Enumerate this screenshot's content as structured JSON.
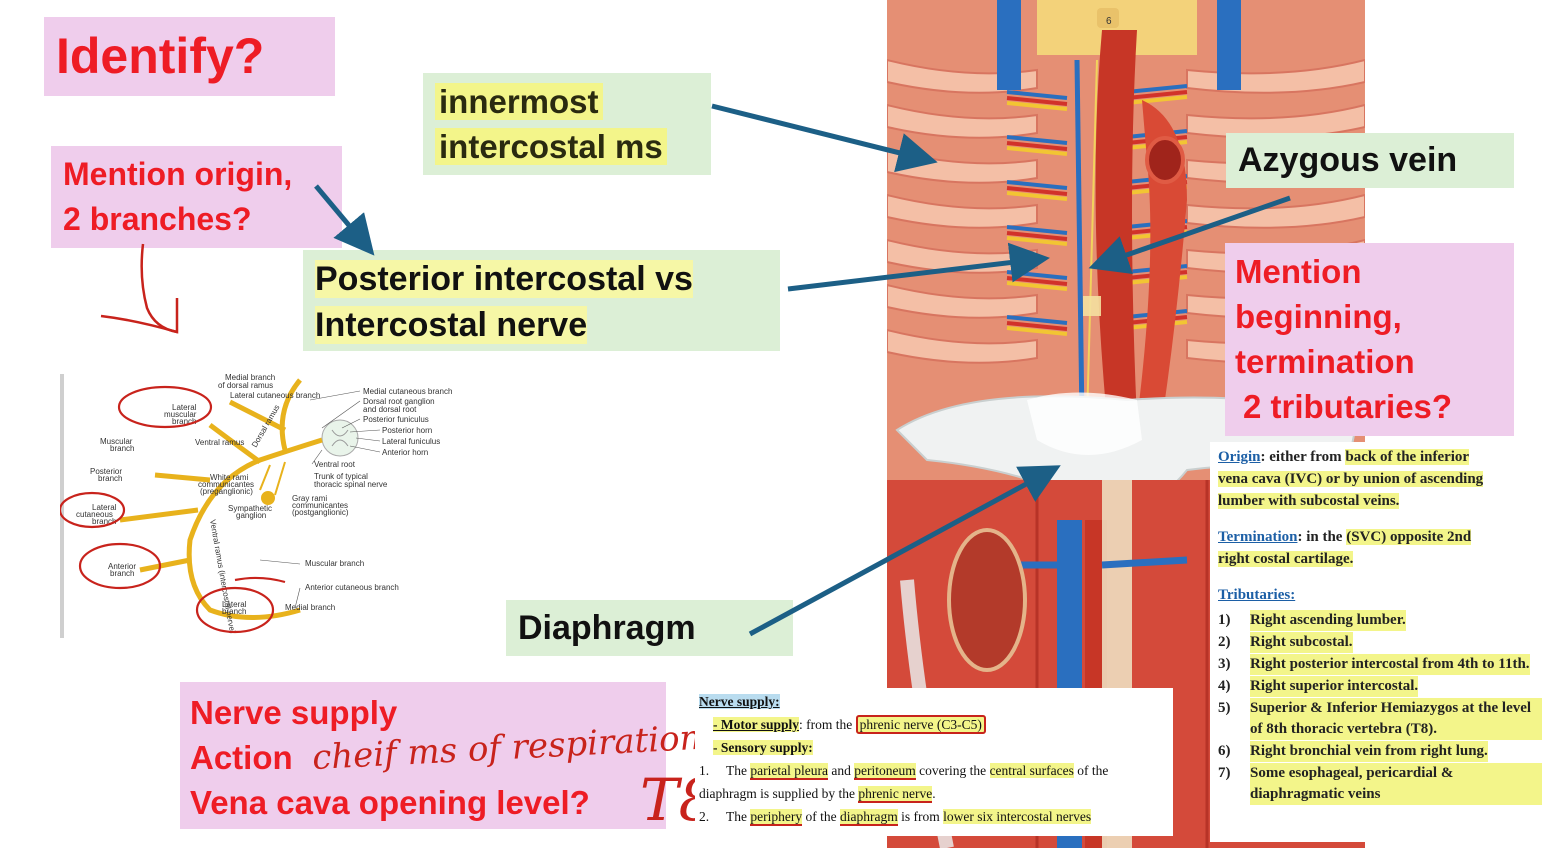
{
  "identify": {
    "text": "Identify?"
  },
  "origin_question": {
    "line1": "Mention origin,",
    "line2": "2 branches?"
  },
  "innermost_label": {
    "line1": "innermost",
    "line2": "intercostal ms"
  },
  "posterior_label": {
    "line1": "Posterior intercostal vs",
    "line2": "Intercostal nerve"
  },
  "azygous_label": {
    "text": "Azygous vein"
  },
  "azygous_question": {
    "line1": "Mention",
    "line2": "beginning,",
    "line3": "termination",
    "line4": "2 tributaries?"
  },
  "diaphragm_label": {
    "text": "Diaphragm"
  },
  "diaphragm_question": {
    "line1": "Nerve supply",
    "line2": "Action",
    "line2_handwritten": "cheif ms of respiration",
    "line3": "Vena cava opening level?",
    "line3_handwritten": "T8"
  },
  "nerve_diagram": {
    "labels": {
      "medial_branch_dorsal": "Medial branch",
      "of_dorsal_ramus": "of dorsal ramus",
      "lateral_cutaneous_branch_top": "Lateral cutaneous branch",
      "lateral_muscular": "Lateral",
      "lateral_muscular2": "muscular",
      "lateral_muscular3": "branch",
      "dorsal_ramus": "Dorsal ramus",
      "ventral_ramus": "Ventral ramus",
      "muscular_branch": "Muscular",
      "muscular_branch2": "branch",
      "posterior_branch": "Posterior",
      "posterior_branch2": "branch",
      "lateral_cutaneous": "Lateral",
      "lateral_cutaneous2": "cutaneous",
      "lateral_cutaneous3": "branch",
      "anterior_branch": "Anterior",
      "anterior_branch2": "branch",
      "lateral_branch": "Lateral",
      "lateral_branch2": "branch",
      "medial_cutaneous_branch": "Medial cutaneous branch",
      "dorsal_root_ganglion": "Dorsal root ganglion",
      "and_dorsal_root": "and dorsal root",
      "posterior_funiculus": "Posterior funiculus",
      "posterior_horn": "Posterior horn",
      "lateral_funiculus": "Lateral funiculus",
      "anterior_horn": "Anterior horn",
      "ventral_root": "Ventral root",
      "trunk_of_typical": "Trunk of typical",
      "thoracic_spinal_nerve": "thoracic spinal nerve",
      "white_rami": "White rami",
      "communicantes": "communicantes",
      "preganglionic": "(preganglionic)",
      "gray_rami": "Gray rami",
      "communicantes2": "communicantes",
      "postganglionic": "(postganglionic)",
      "sympathetic": "Sympathetic",
      "ganglion": "ganglion",
      "ventral_ramus_intercostal": "Ventral ramus (intercostal nerve)",
      "muscular_branch_low": "Muscular branch",
      "anterior_cutaneous_branch": "Anterior cutaneous branch",
      "medial_branch": "Medial branch"
    },
    "colors": {
      "nerve": "#e8b21c",
      "annotation": "#c8231c"
    }
  },
  "photo": {
    "vertebra_number": "6"
  },
  "nerve_card": {
    "heading": "Nerve supply:",
    "motor_label": "- Motor supply",
    "motor_text": ": from the",
    "motor_nerve": "phrenic nerve (C3-C5)",
    "sensory_label": "- Sensory supply:",
    "item1_num": "1.",
    "item1_a": "The",
    "item1_b": "parietal pleura",
    "item1_c": "and",
    "item1_d": "peritoneum",
    "item1_e": "covering the",
    "item1_f": "central surfaces",
    "item1_g": "of the",
    "item1_h": "diaphragm is supplied by the",
    "item1_i": "phrenic nerve",
    "item1_j": ".",
    "item2_num": "2.",
    "item2_a": "The",
    "item2_b": "periphery",
    "item2_c": "of the",
    "item2_d": "diaphragm",
    "item2_e": "is from",
    "item2_f": "lower six intercostal nerves"
  },
  "azygos_card": {
    "origin_label": "Origin",
    "origin_a": ": either from",
    "origin_b": "back of the inferior",
    "origin_c": "vena cava (IVC) or by union of ascending",
    "origin_d": "lumber with subcostal veins.",
    "term_label": "Termination",
    "term_a": ": in the",
    "term_b": "(SVC) opposite 2nd",
    "term_c": "right costal cartilage.",
    "trib_label": "Tributaries:",
    "tributaries": [
      {
        "num": "1)",
        "text": "Right ascending lumber."
      },
      {
        "num": "2)",
        "text": "Right subcostal."
      },
      {
        "num": "3)",
        "text": "Right posterior intercostal from 4th to 11th."
      },
      {
        "num": "4)",
        "text": "Right superior intercostal."
      },
      {
        "num": "5)",
        "text": "Superior & Inferior Hemiazygos at the level of 8th thoracic vertebra (T8)."
      },
      {
        "num": "6)",
        "text": "Right bronchial vein from right lung."
      },
      {
        "num": "7)",
        "text": "Some esophageal, pericardial & diaphragmatic veins"
      }
    ]
  },
  "colors": {
    "question_red": "#ee1c25",
    "pink_box": "#efcdec",
    "green_box": "#dcefd6",
    "arrow": "#1c5f86",
    "highlight": "#f3f58a"
  }
}
